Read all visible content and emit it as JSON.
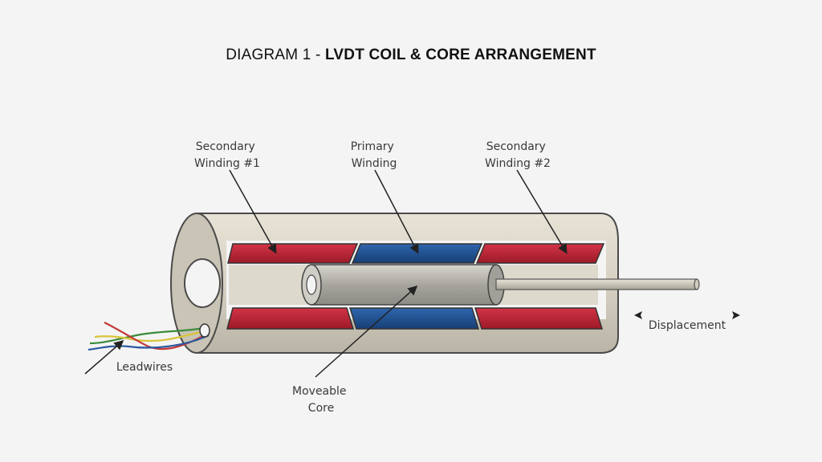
{
  "title": {
    "prefix": "DIAGRAM 1 - ",
    "bold": "LVDT COIL & CORE ARRANGEMENT"
  },
  "labels": {
    "secondary1": [
      "Secondary",
      "Winding #1"
    ],
    "primary": [
      "Primary",
      "Winding"
    ],
    "secondary2": [
      "Secondary",
      "Winding #2"
    ],
    "core": [
      "Moveable",
      "Core"
    ],
    "leadwires": "Leadwires",
    "displacement": "Displacement"
  },
  "colors": {
    "secondary_winding": "#b3202e",
    "primary_winding": "#1f4e8c",
    "housing": "#d3cebf"
  }
}
